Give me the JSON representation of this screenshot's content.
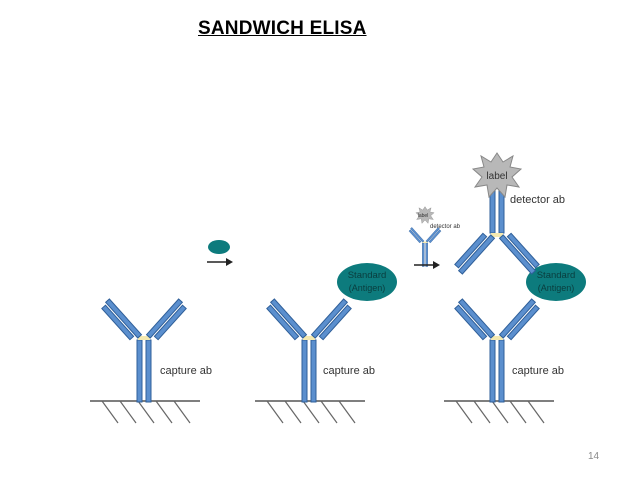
{
  "slide": {
    "title": "SANDWICH ELISA",
    "page_number": "14"
  },
  "labels": {
    "capture_ab": "capture ab",
    "detector_ab": "detector ab",
    "antigen_line1": "Standard",
    "antigen_line2": "(Antigen)",
    "label": "label"
  },
  "colors": {
    "antibody_blue": "#5b8fce",
    "antibody_outline": "#2f5f99",
    "antigen_teal": "#0d7b7d",
    "label_burst": "#b8b8b8",
    "surface": "#555555"
  }
}
